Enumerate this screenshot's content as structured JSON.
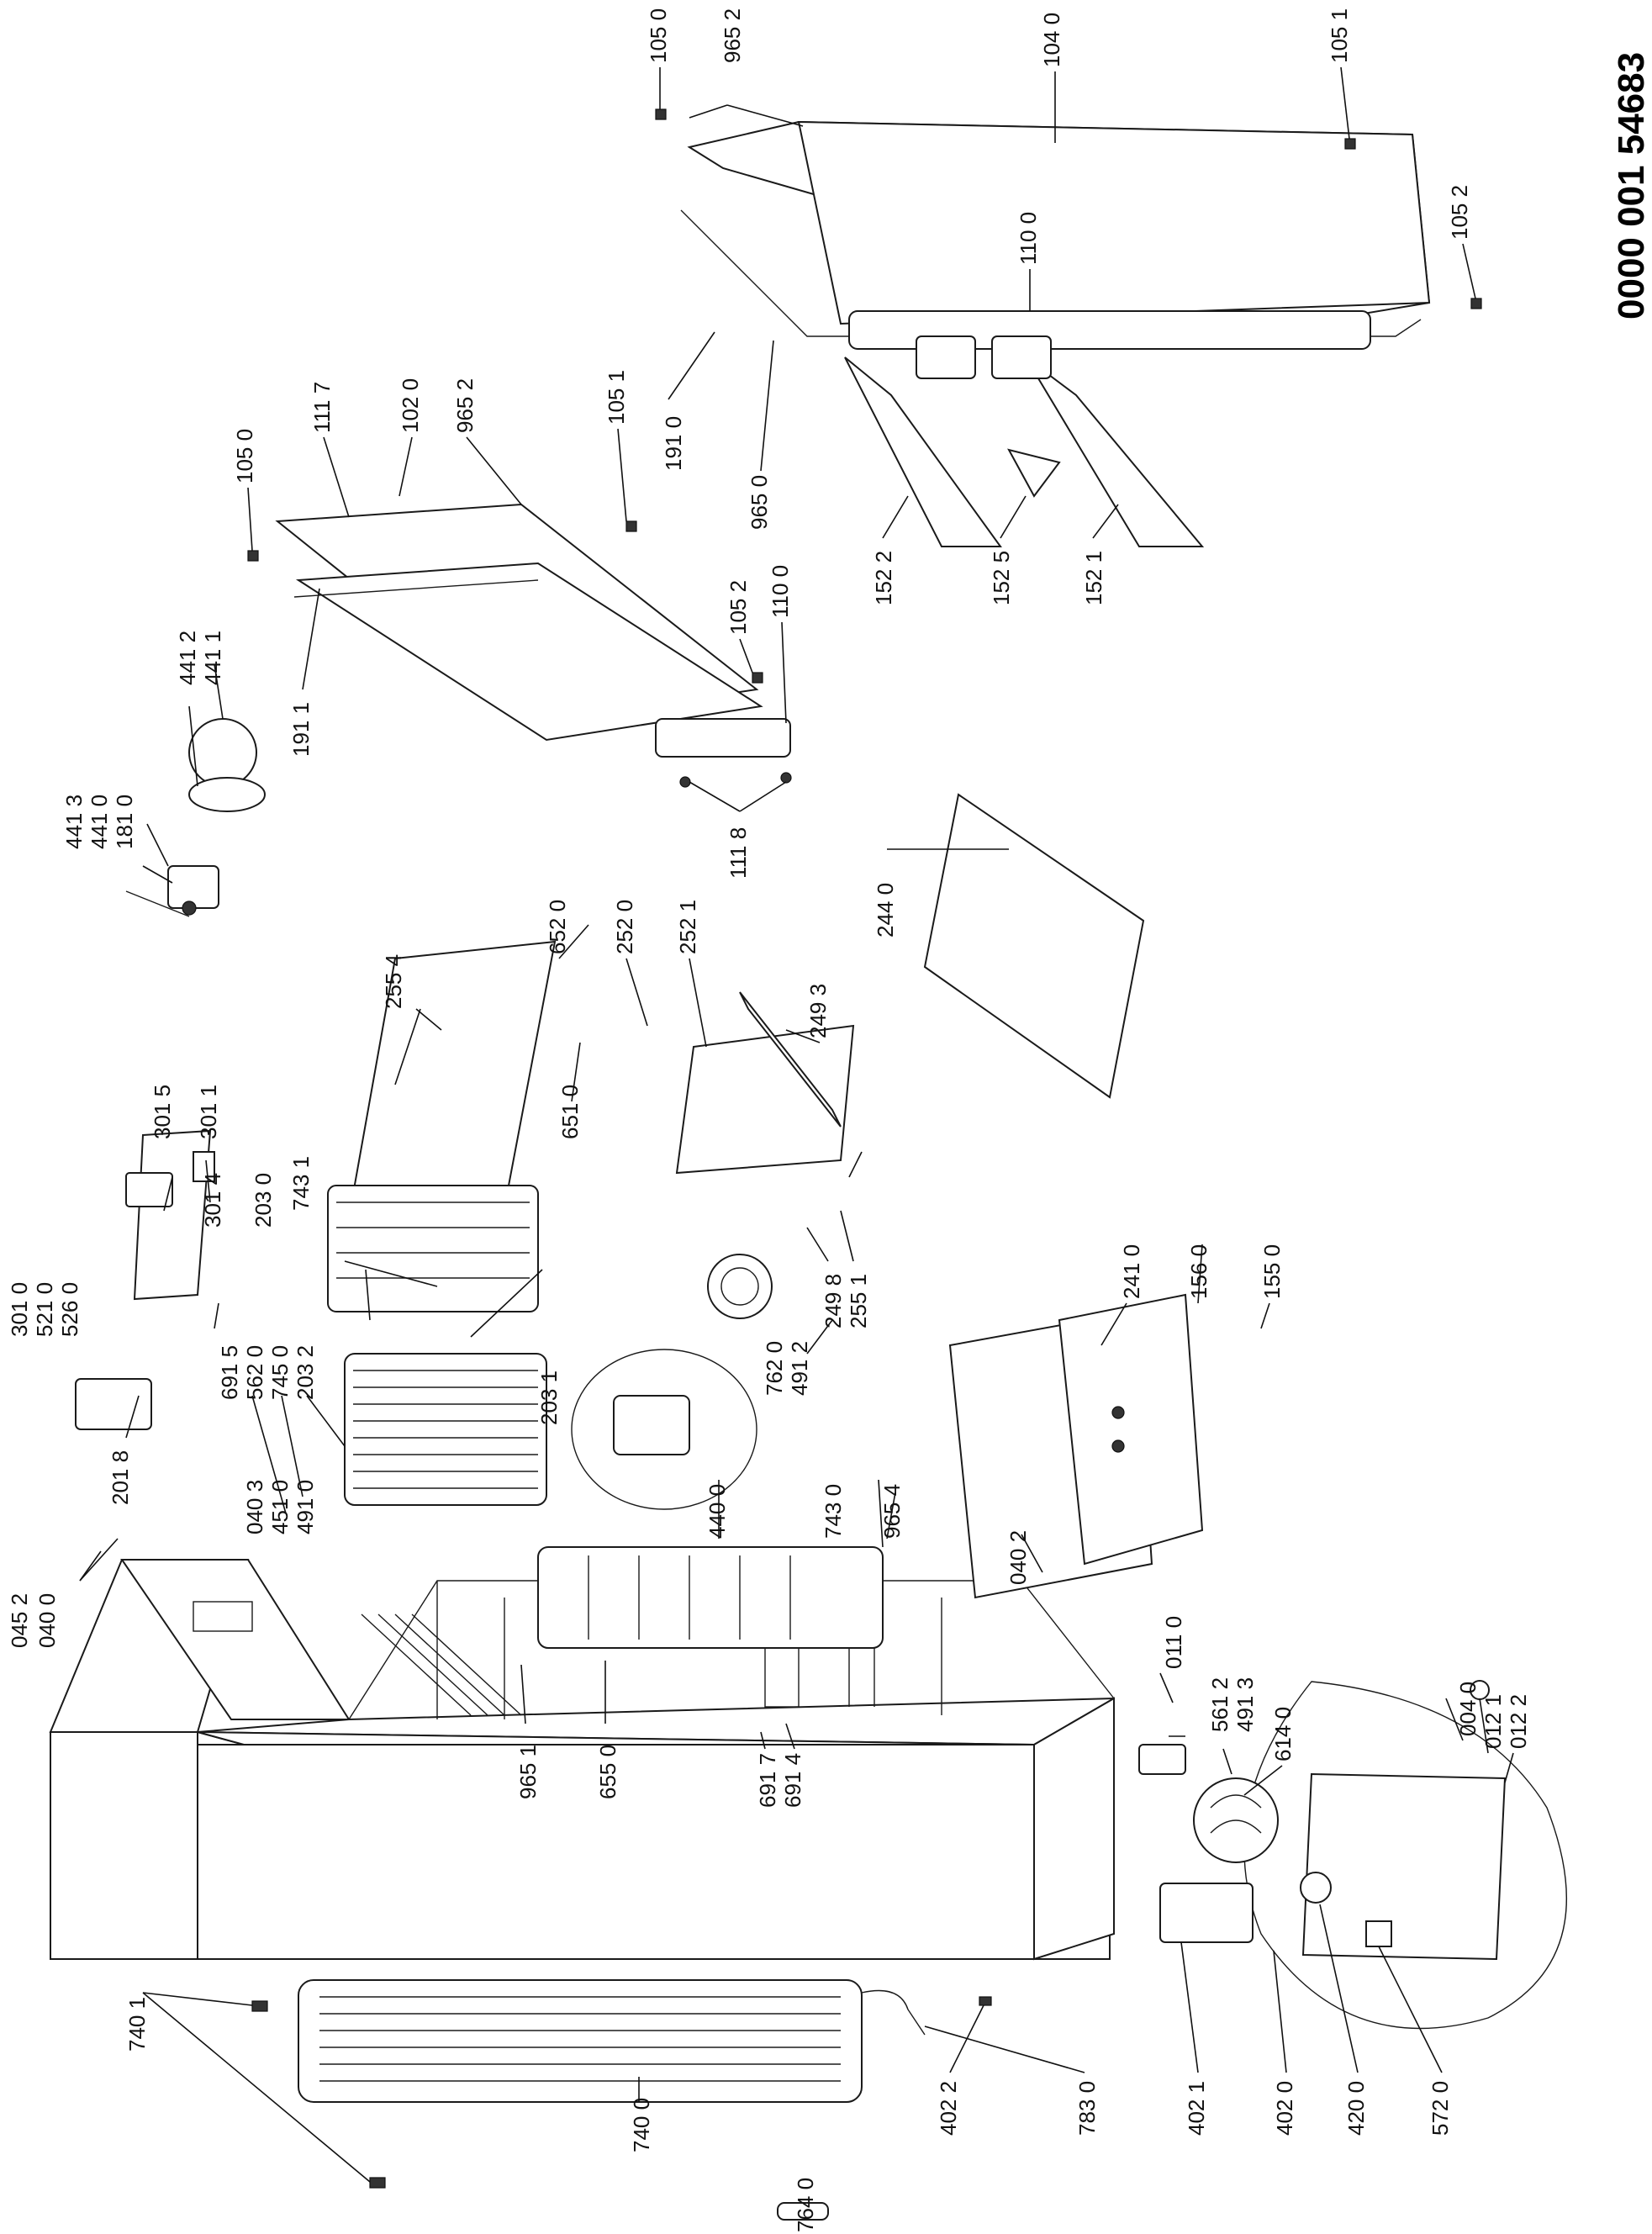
{
  "document_id": "0000 001 54683",
  "parts": [
    {
      "id": "p104_0",
      "text": "104 0"
    },
    {
      "id": "p965_2a",
      "text": "965 2"
    },
    {
      "id": "p105_0a",
      "text": "105 0"
    },
    {
      "id": "p105_1a",
      "text": "105 1"
    },
    {
      "id": "p105_2a",
      "text": "105 2"
    },
    {
      "id": "p110_0a",
      "text": "110 0"
    },
    {
      "id": "p191_0",
      "text": "191 0"
    },
    {
      "id": "p965_0",
      "text": "965 0"
    },
    {
      "id": "p152_2",
      "text": "152 2"
    },
    {
      "id": "p152_5",
      "text": "152 5"
    },
    {
      "id": "p152_1",
      "text": "152 1"
    },
    {
      "id": "p105_0b",
      "text": "105 0"
    },
    {
      "id": "p111_7",
      "text": "111 7"
    },
    {
      "id": "p102_0",
      "text": "102 0"
    },
    {
      "id": "p965_2b",
      "text": "965 2"
    },
    {
      "id": "p105_1b",
      "text": "105 1"
    },
    {
      "id": "p105_2b",
      "text": "105 2"
    },
    {
      "id": "p110_0b",
      "text": "110 0"
    },
    {
      "id": "p191_1",
      "text": "191 1"
    },
    {
      "id": "p111_8",
      "text": "111 8"
    },
    {
      "id": "p441_2",
      "text": "441 2"
    },
    {
      "id": "p441_1",
      "text": "441 1"
    },
    {
      "id": "p441_3",
      "text": "441 3"
    },
    {
      "id": "p441_0",
      "text": "441 0"
    },
    {
      "id": "p181_0",
      "text": "181 0"
    },
    {
      "id": "p244_0",
      "text": "244 0"
    },
    {
      "id": "p652_0",
      "text": "652 0"
    },
    {
      "id": "p252_0",
      "text": "252 0"
    },
    {
      "id": "p252_1",
      "text": "252 1"
    },
    {
      "id": "p255_4",
      "text": "255 4"
    },
    {
      "id": "p651_0",
      "text": "651 0"
    },
    {
      "id": "p249_3",
      "text": "249 3"
    },
    {
      "id": "p301_5",
      "text": "301 5"
    },
    {
      "id": "p301_1",
      "text": "301 1"
    },
    {
      "id": "p301_4",
      "text": "301 4"
    },
    {
      "id": "p203_0",
      "text": "203 0"
    },
    {
      "id": "p743_1",
      "text": "743 1"
    },
    {
      "id": "p301_0",
      "text": "301 0"
    },
    {
      "id": "p521_0",
      "text": "521 0"
    },
    {
      "id": "p526_0",
      "text": "526 0"
    },
    {
      "id": "p691_5",
      "text": "691 5"
    },
    {
      "id": "p562_0",
      "text": "562 0"
    },
    {
      "id": "p745_0",
      "text": "745 0"
    },
    {
      "id": "p203_2",
      "text": "203 2"
    },
    {
      "id": "p203_1",
      "text": "203 1"
    },
    {
      "id": "p201_8",
      "text": "201 8"
    },
    {
      "id": "p040_3",
      "text": "040 3"
    },
    {
      "id": "p451_0",
      "text": "451 0"
    },
    {
      "id": "p491_0",
      "text": "491 0"
    },
    {
      "id": "p249_8",
      "text": "249 8"
    },
    {
      "id": "p255_1",
      "text": "255 1"
    },
    {
      "id": "p762_0",
      "text": "762 0"
    },
    {
      "id": "p491_2",
      "text": "491 2"
    },
    {
      "id": "p241_0",
      "text": "241 0"
    },
    {
      "id": "p156_0",
      "text": "156 0"
    },
    {
      "id": "p155_0",
      "text": "155 0"
    },
    {
      "id": "p440_0",
      "text": "440 0"
    },
    {
      "id": "p743_0",
      "text": "743 0"
    },
    {
      "id": "p965_4",
      "text": "965 4"
    },
    {
      "id": "p040_2",
      "text": "040 2"
    },
    {
      "id": "p045_2",
      "text": "045 2"
    },
    {
      "id": "p040_0",
      "text": "040 0"
    },
    {
      "id": "p011_0",
      "text": "011 0"
    },
    {
      "id": "p561_2",
      "text": "561 2"
    },
    {
      "id": "p491_3",
      "text": "491 3"
    },
    {
      "id": "p614_0",
      "text": "614 0"
    },
    {
      "id": "p004_0",
      "text": "004 0"
    },
    {
      "id": "p012_1",
      "text": "012 1"
    },
    {
      "id": "p012_2",
      "text": "012 2"
    },
    {
      "id": "p965_1",
      "text": "965 1"
    },
    {
      "id": "p655_0",
      "text": "655 0"
    },
    {
      "id": "p691_7",
      "text": "691 7"
    },
    {
      "id": "p691_4",
      "text": "691 4"
    },
    {
      "id": "p740_1",
      "text": "740 1"
    },
    {
      "id": "p740_0",
      "text": "740 0"
    },
    {
      "id": "p764_0",
      "text": "764 0"
    },
    {
      "id": "p402_2",
      "text": "402 2"
    },
    {
      "id": "p783_0",
      "text": "783 0"
    },
    {
      "id": "p402_1",
      "text": "402 1"
    },
    {
      "id": "p402_0",
      "text": "402 0"
    },
    {
      "id": "p420_0",
      "text": "420 0"
    },
    {
      "id": "p572_0",
      "text": "572 0"
    }
  ]
}
